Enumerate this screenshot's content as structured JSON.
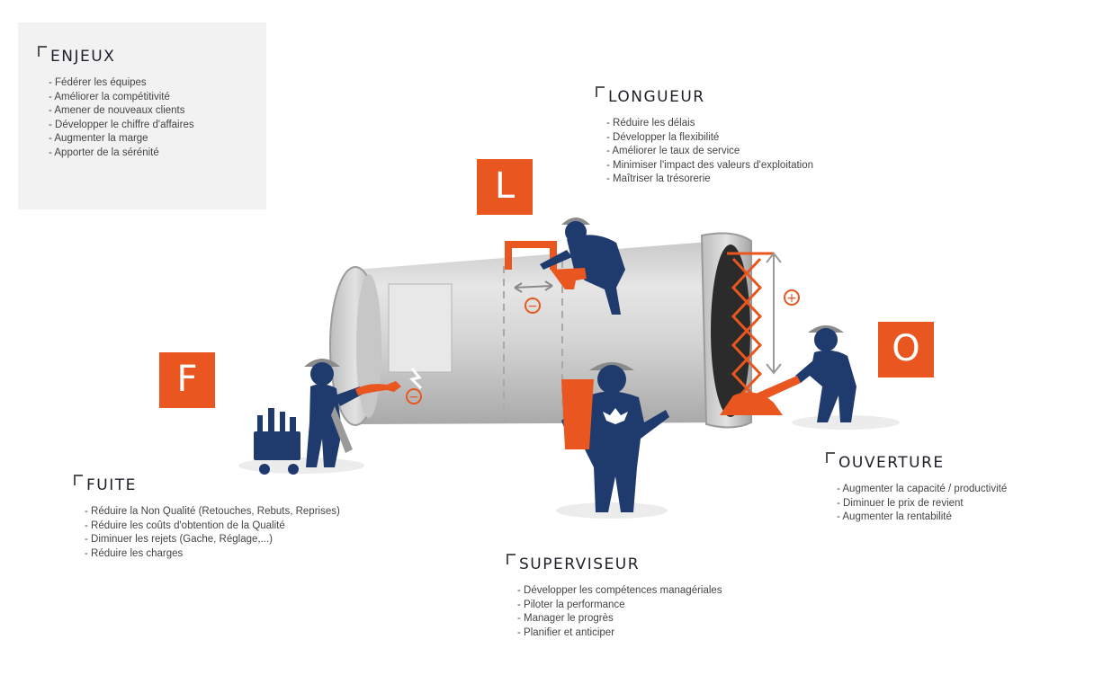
{
  "blocks": {
    "enjeux": {
      "title": "ENJEUX",
      "items": [
        "Fédérer les équipes",
        "Améliorer la compétitivité",
        "Amener de nouveaux clients",
        "Développer le chiffre d'affaires",
        "Augmenter la marge",
        "Apporter de la sérénité"
      ]
    },
    "longueur": {
      "title": "LONGUEUR",
      "items": [
        "Réduire les délais",
        "Développer la flexibilité",
        "Améliorer le taux de service",
        "Minimiser l'impact des valeurs d'exploitation",
        "Maîtriser la trésorerie"
      ]
    },
    "fuite": {
      "title": "FUITE",
      "items": [
        "Réduire la Non Qualité (Retouches, Rebuts, Reprises)",
        "Réduire les coûts d'obtention de la Qualité",
        "Diminuer les rejets (Gache, Réglage,...)",
        "Réduire les charges"
      ]
    },
    "ouverture": {
      "title": "OUVERTURE",
      "items": [
        "Augmenter la capacité / productivité",
        "Diminuer le prix de revient",
        "Augmenter la rentabilité"
      ]
    },
    "superviseur": {
      "title": "SUPERVISEUR",
      "items": [
        "Développer les compétences managériales",
        "Piloter la performance",
        "Manager le progrès",
        "Planifier et anticiper"
      ]
    }
  },
  "letters": {
    "l": "L",
    "f": "F",
    "o": "O"
  },
  "symbols": {
    "minus": "−",
    "plus": "+"
  },
  "colors": {
    "accent": "#e9561f",
    "worker": "#1f3b6e",
    "pipe": "#d6d6d6",
    "panel": "#f2f2f2"
  }
}
